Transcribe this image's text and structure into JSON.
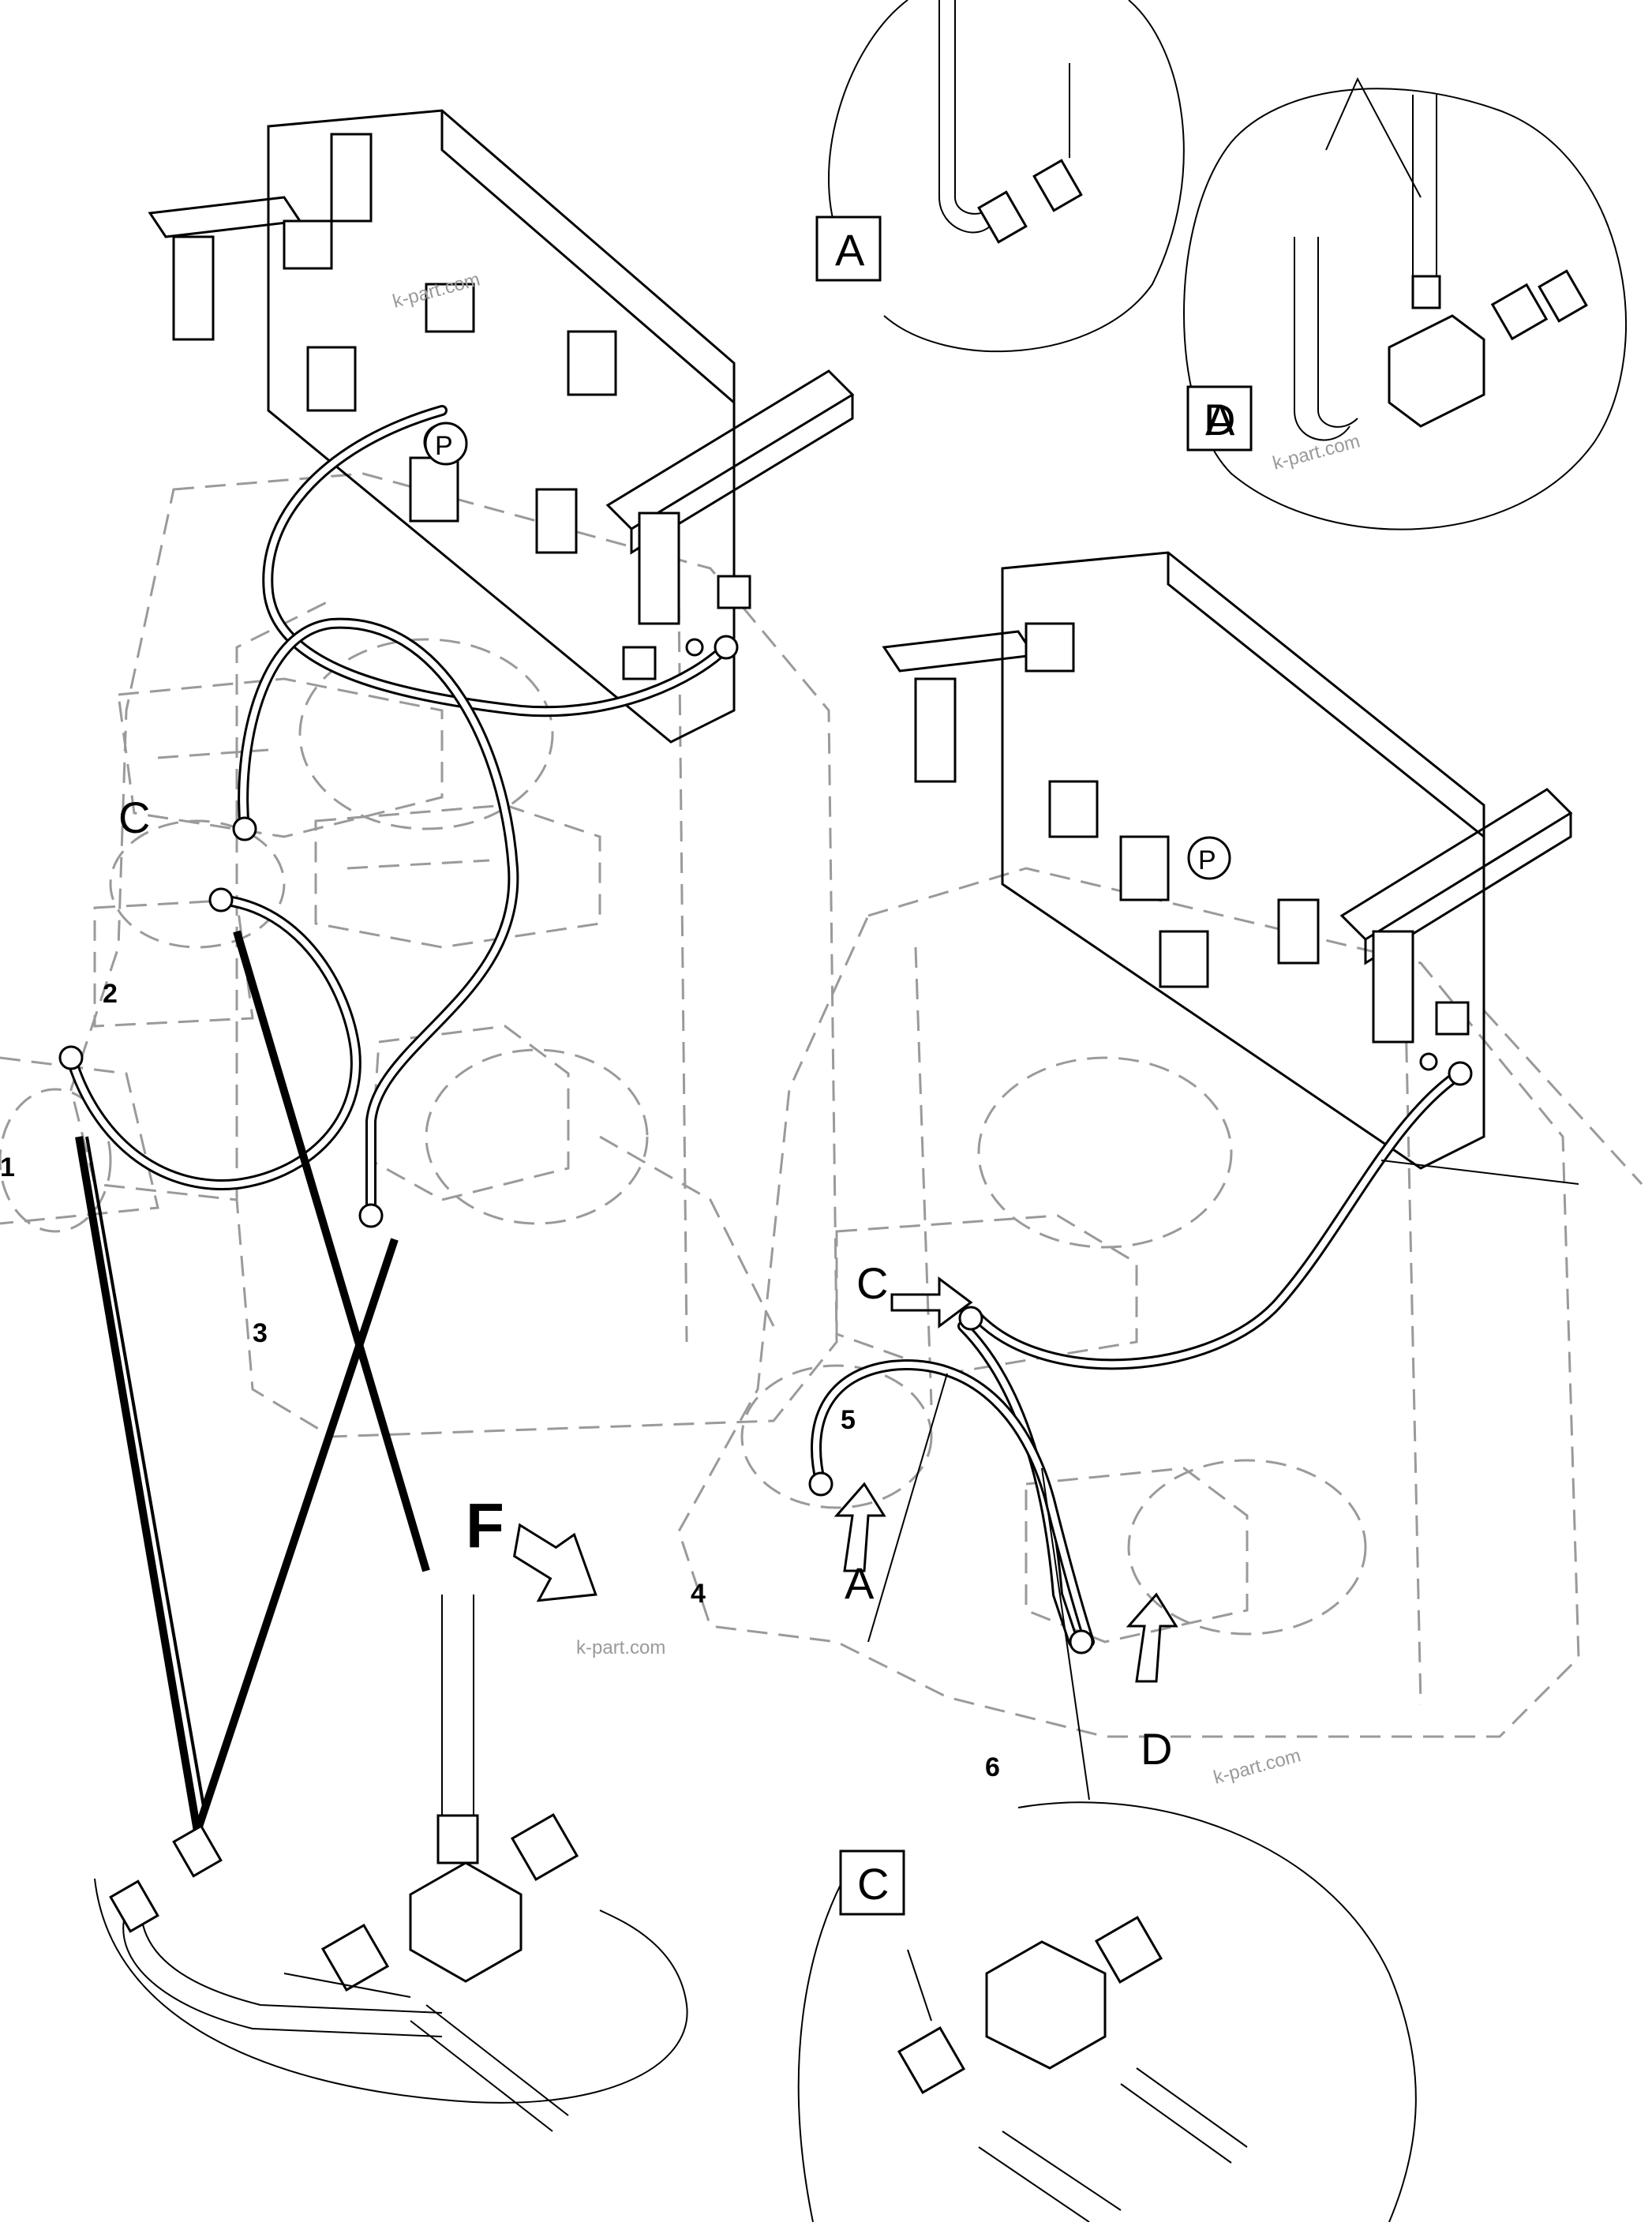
{
  "watermark": "k-part.com",
  "item_numbers": [
    "1",
    "2",
    "3",
    "4",
    "5",
    "6"
  ],
  "view_labels": {
    "A": "A",
    "C": "C",
    "D": "D",
    "F": "F",
    "P": "P",
    "box_A": "A",
    "box_C": "C",
    "box_DA": "D",
    "box_DA_overlay": "A"
  }
}
